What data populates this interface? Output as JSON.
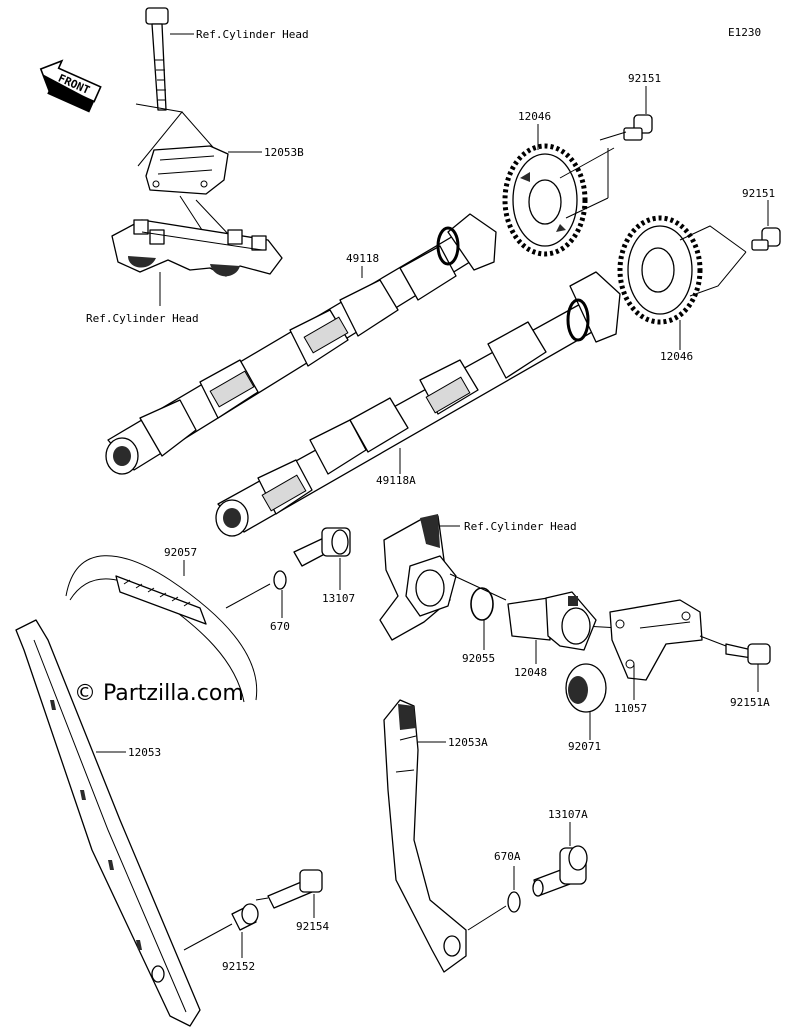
{
  "diagram_code": "E1230",
  "front_label": "FRONT",
  "watermark": "© Partzilla.com",
  "labels": {
    "ref_cyl_head_top": "Ref.Cylinder Head",
    "ref_cyl_head_mid": "Ref.Cylinder Head",
    "ref_cyl_head_right": "Ref.Cylinder Head",
    "p12053B": "12053B",
    "p92151_top": "92151",
    "p12046_top": "12046",
    "p92151_right": "92151",
    "p49118": "49118",
    "p12046_right": "12046",
    "p49118A": "49118A",
    "p92057": "92057",
    "p13107": "13107",
    "p670": "670",
    "p92055": "92055",
    "p12048": "12048",
    "p92071": "92071",
    "p11057": "11057",
    "p92151A": "92151A",
    "p12053": "12053",
    "p12053A": "12053A",
    "p13107A": "13107A",
    "p670A": "670A",
    "p92154": "92154",
    "p92152": "92152"
  }
}
